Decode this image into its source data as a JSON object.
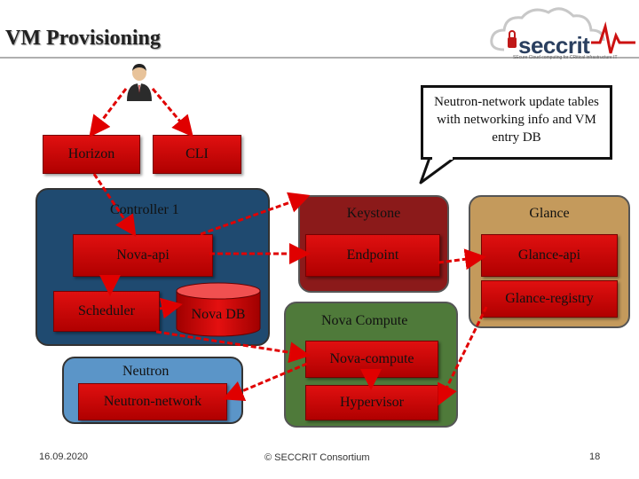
{
  "title": "VM Provisioning",
  "logo": {
    "name": "seccrit",
    "tagline": "SEcure Cloud computing for CRitical infrastructure IT"
  },
  "callout": {
    "text": "Neutron-network update tables with networking info and VM entry DB"
  },
  "nodes": {
    "horizon": "Horizon",
    "cli": "CLI",
    "controller": "Controller 1",
    "nova_api": "Nova-api",
    "scheduler": "Scheduler",
    "nova_db": "Nova DB",
    "neutron": "Neutron",
    "neutron_network": "Neutron-network",
    "keystone": "Keystone",
    "endpoint": "Endpoint",
    "glance": "Glance",
    "glance_api": "Glance-api",
    "glance_registry": "Glance-registry",
    "nova_compute_group": "Nova Compute",
    "nova_compute": "Nova-compute",
    "hypervisor": "Hypervisor"
  },
  "colors": {
    "red_box": "#d00000",
    "controller_bg": "#1f4a70",
    "neutron_bg": "#5b95c8",
    "compute_bg": "#4f7a3a",
    "glance_bg": "#c49a5c",
    "keystone_bg": "#8b1a1a",
    "arrow": "#e00000"
  },
  "footer": {
    "date": "16.09.2020",
    "copyright": "© SECCRIT Consortium",
    "page": "18"
  }
}
